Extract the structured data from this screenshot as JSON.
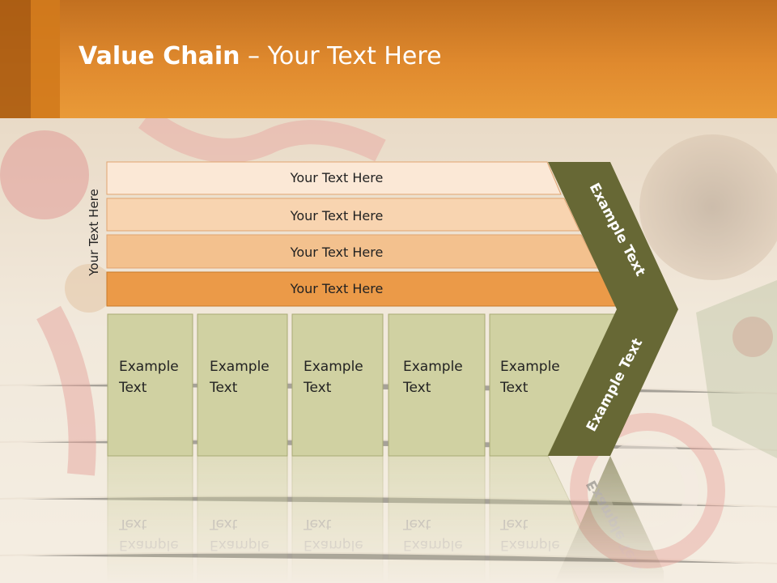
{
  "slide": {
    "title_bold": "Value Chain",
    "title_rest": " – Your Text Here"
  },
  "diagram": {
    "side_label": "Your Text Here",
    "bars": [
      "Your Text Here",
      "Your Text Here",
      "Your Text Here",
      "Your Text Here"
    ],
    "boxes": [
      [
        "Example",
        "Text"
      ],
      [
        "Example",
        "Text"
      ],
      [
        "Example",
        "Text"
      ],
      [
        "Example",
        "Text"
      ],
      [
        "Example",
        "Text"
      ]
    ],
    "chevron_top": "Example Text",
    "chevron_bottom": "Example Text"
  },
  "colors": {
    "bar1": "#fbe8d6",
    "bar2": "#f8d4b0",
    "bar3": "#f3c18e",
    "bar4": "#eb9a48",
    "box": "#d0d1a2",
    "chevron": "#676835",
    "header": "#e08a2e"
  }
}
